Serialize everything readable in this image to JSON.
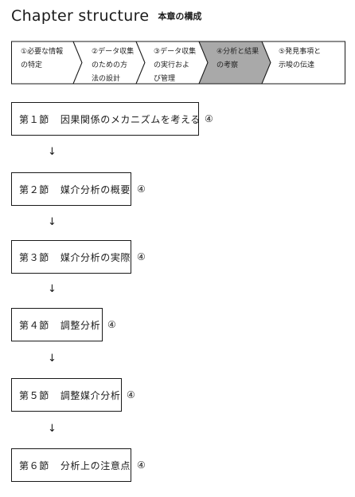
{
  "header": {
    "title_en": "Chapter structure",
    "title_ja": "本章の構成"
  },
  "flow": {
    "steps": [
      {
        "label": "①必要な情報\nの特定",
        "active": false
      },
      {
        "label": "②データ収集\nのための方\n法の設計",
        "active": false
      },
      {
        "label": "③データ収集\nの実行およ\nび管理",
        "active": false
      },
      {
        "label": "④分析と結果\nの考察",
        "active": true
      },
      {
        "label": "⑤発見事項と\n示唆の伝達",
        "active": false
      }
    ],
    "active_color": "#a9a9a9"
  },
  "sections": [
    {
      "number": "第１節",
      "title": "因果関係のメカニズムを考える",
      "ref": "④"
    },
    {
      "number": "第２節",
      "title": "媒介分析の概要",
      "ref": "④"
    },
    {
      "number": "第３節",
      "title": "媒介分析の実際",
      "ref": "④"
    },
    {
      "number": "第４節",
      "title": "調整分析",
      "ref": "④"
    },
    {
      "number": "第５節",
      "title": "調整媒介分析",
      "ref": "④"
    },
    {
      "number": "第６節",
      "title": "分析上の注意点",
      "ref": "④"
    }
  ],
  "arrow_glyph": "↓"
}
